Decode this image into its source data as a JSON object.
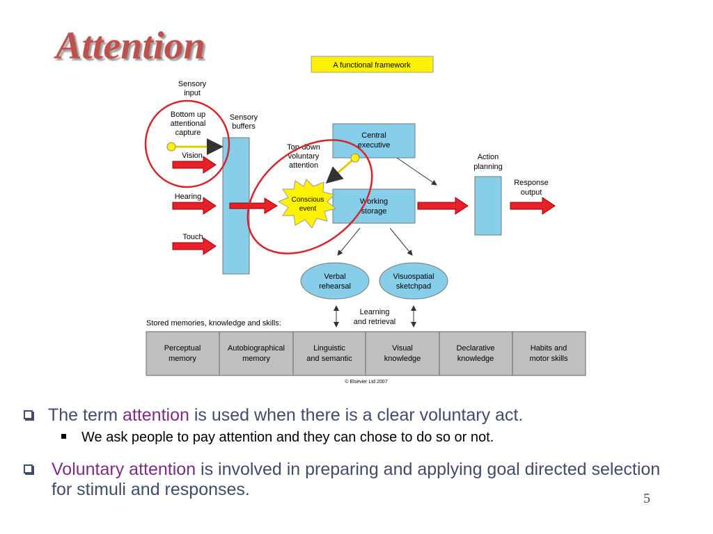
{
  "slide": {
    "title": "Attention",
    "page_number": "5"
  },
  "diagram": {
    "banner": "A functional framework",
    "sensory_input": [
      "Sensory",
      "input"
    ],
    "bottom_up": [
      "Bottom up",
      "attentional",
      "capture"
    ],
    "sensory_buffers": [
      "Sensory",
      "buffers"
    ],
    "inputs": {
      "vision": "Vision",
      "hearing": "Hearing",
      "touch": "Touch"
    },
    "top_down": [
      "Top-down",
      "voluntary",
      "attention"
    ],
    "central_executive": [
      "Central",
      "executive"
    ],
    "conscious_event": [
      "Conscious",
      "event"
    ],
    "working_storage": [
      "Working",
      "storage"
    ],
    "action_planning": [
      "Action",
      "planning"
    ],
    "response_output": [
      "Response",
      "output"
    ],
    "verbal_rehearsal": [
      "Verbal",
      "rehearsal"
    ],
    "visuospatial": [
      "Visuospatial",
      "sketchpad"
    ],
    "learning": [
      "Learning",
      "and retrieval"
    ],
    "stored_label": "Stored memories, knowledge and skills:",
    "memory_boxes": [
      [
        "Perceptual",
        "memory"
      ],
      [
        "Autobiographical",
        "memory"
      ],
      [
        "Linguistic",
        "and semantic"
      ],
      [
        "Visual",
        "knowledge"
      ],
      [
        "Declarative",
        "knowledge"
      ],
      [
        "Habits and",
        "motor skills"
      ]
    ],
    "copyright": "© Elsevier Ltd 2007",
    "colors": {
      "box_fill": "#87ceeb",
      "arrow_red": "#e8202a",
      "highlight_red": "#d9232b",
      "banner_yellow": "#fff200",
      "memory_gray": "#bfbfbf"
    }
  },
  "bullets": {
    "b1_pre": "The term ",
    "b1_hl": "attention",
    "b1_post": " is used when there is a clear voluntary act.",
    "b1_sub": "We ask people to pay attention and they can chose to do so or not.",
    "b2_hl": "Voluntary attention",
    "b2_post": " is involved in preparing and applying goal directed selection for stimuli and responses."
  }
}
